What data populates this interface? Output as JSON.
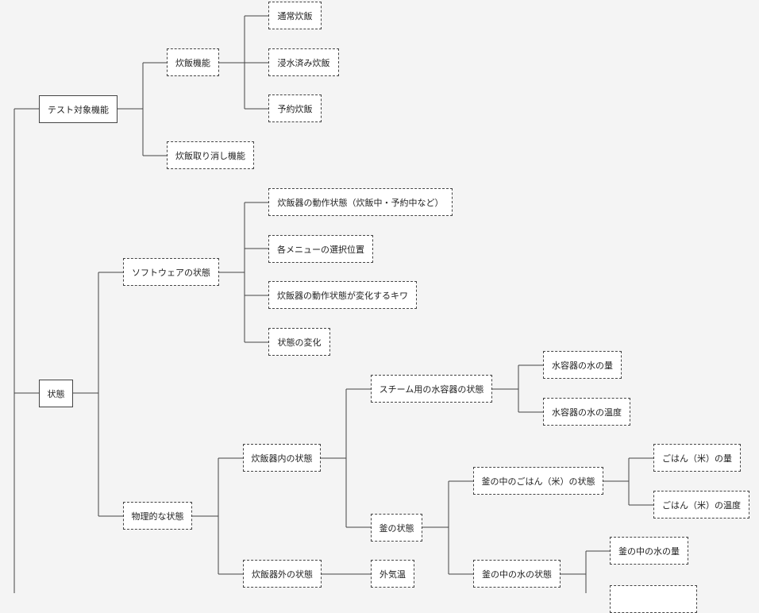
{
  "nodes": {
    "test_target": "テスト対象機能",
    "rice_cooking": "炊飯機能",
    "normal_cooking": "通常炊飯",
    "soaked_cooking": "浸水済み炊飯",
    "timer_cooking": "予約炊飯",
    "cancel_cooking": "炊飯取り消し機能",
    "state": "状態",
    "software_state": "ソフトウェアの状態",
    "operating_state": "炊飯器の動作状態（炊飯中・予約中など）",
    "menu_position": "各メニューの選択位置",
    "state_change_key": "炊飯器の動作状態が変化するキワ",
    "state_change": "状態の変化",
    "physical_state": "物理的な状態",
    "cooker_inside": "炊飯器内の状態",
    "steam_tank_state": "スチーム用の水容器の状態",
    "tank_water_amount": "水容器の水の量",
    "tank_water_temp": "水容器の水の温度",
    "pot_state": "釜の状態",
    "pot_rice_state": "釜の中のごはん（米）の状態",
    "rice_amount": "ごはん（米）の量",
    "rice_temp": "ごはん（米）の温度",
    "pot_water_state": "釜の中の水の状態",
    "pot_water_amount": "釜の中の水の量",
    "cooker_outside": "炊飯器外の状態",
    "outside_temp": "外気温"
  }
}
